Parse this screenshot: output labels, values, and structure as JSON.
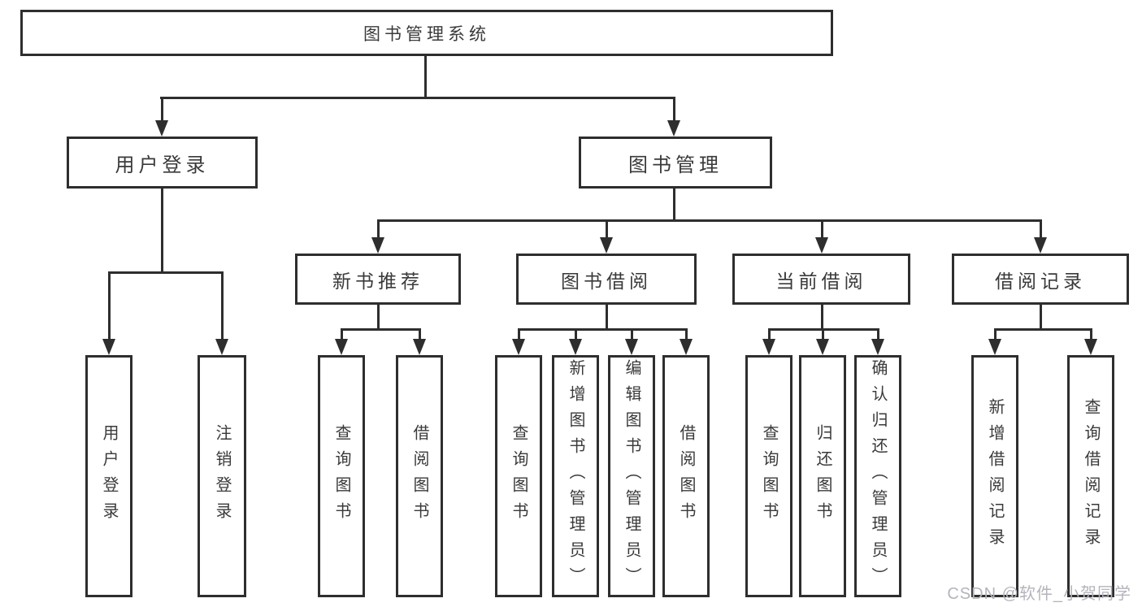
{
  "colors": {
    "line": "#2e2e2e",
    "text": "#3a3a3a",
    "watermark": "#b4b4bc",
    "bg": "#ffffff"
  },
  "nodes": {
    "root": {
      "label": "图书管理系统"
    },
    "level2": [
      {
        "label": "用户登录"
      },
      {
        "label": "图书管理"
      }
    ],
    "level3": [
      {
        "label": "新书推荐"
      },
      {
        "label": "图书借阅"
      },
      {
        "label": "当前借阅"
      },
      {
        "label": "借阅记录"
      }
    ],
    "leaves": [
      {
        "label": "用户登录"
      },
      {
        "label": "注销登录"
      },
      {
        "label": "查询图书"
      },
      {
        "label": "借阅图书"
      },
      {
        "label": "查询图书"
      },
      {
        "label": "新增图书（管理员）"
      },
      {
        "label": "编辑图书（管理员）"
      },
      {
        "label": "借阅图书"
      },
      {
        "label": "查询图书"
      },
      {
        "label": "归还图书"
      },
      {
        "label": "确认归还（管理员）"
      },
      {
        "label": "新增借阅记录"
      },
      {
        "label": "查询借阅记录"
      }
    ]
  },
  "watermark": {
    "text": "CSDN @软件_小贺同学"
  }
}
